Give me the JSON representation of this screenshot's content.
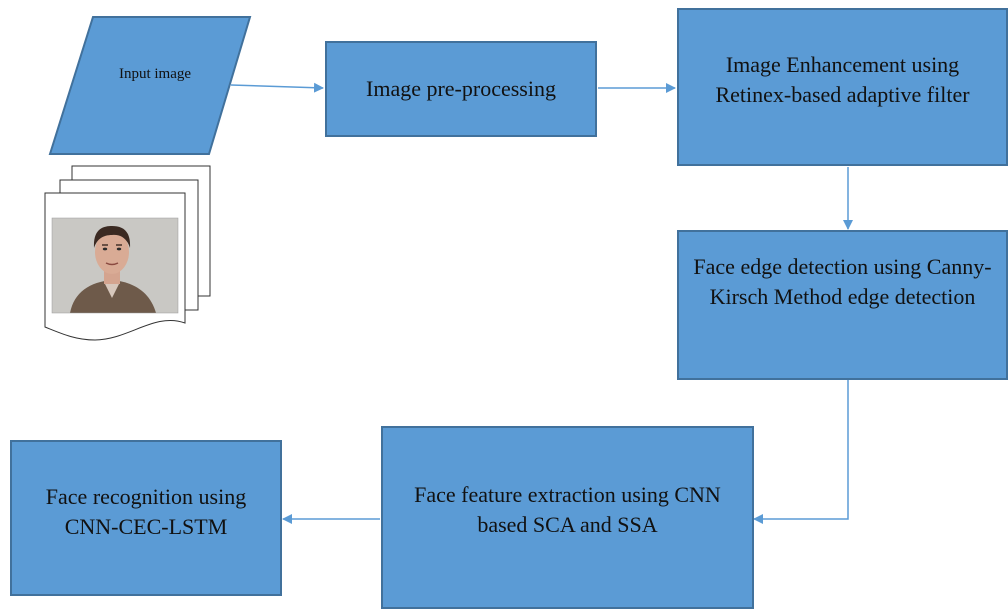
{
  "diagram": {
    "input": {
      "label": "Input image"
    },
    "nodes": [
      {
        "id": "preprocess",
        "label": "Image pre-processing"
      },
      {
        "id": "enhance",
        "label": "Image Enhancement using Retinex-based adaptive filter"
      },
      {
        "id": "edge",
        "label": "Face edge detection using Canny-Kirsch Method edge detection"
      },
      {
        "id": "feature",
        "label": "Face feature extraction using CNN based SCA and SSA"
      },
      {
        "id": "recognition",
        "label": "Face recognition using CNN-CEC-LSTM"
      }
    ],
    "edges": [
      {
        "from": "input",
        "to": "preprocess"
      },
      {
        "from": "preprocess",
        "to": "enhance"
      },
      {
        "from": "enhance",
        "to": "edge"
      },
      {
        "from": "edge",
        "to": "feature"
      },
      {
        "from": "feature",
        "to": "recognition"
      }
    ],
    "colors": {
      "node_fill": "#5b9bd5",
      "node_border": "#41719c",
      "arrow": "#5b9bd5"
    }
  }
}
